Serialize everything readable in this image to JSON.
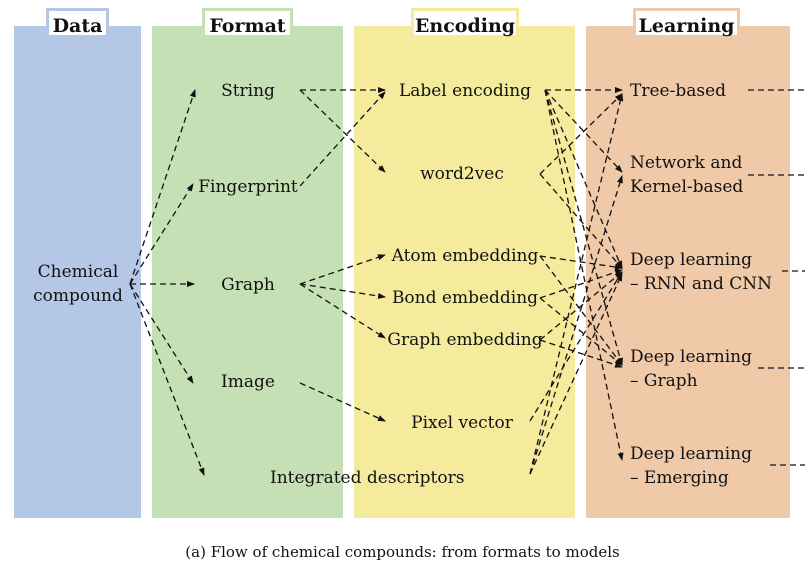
{
  "columns": {
    "data": "Data",
    "format": "Format",
    "encoding": "Encoding",
    "learning": "Learning"
  },
  "data_nodes": {
    "compound_line1": "Chemical",
    "compound_line2": "compound"
  },
  "format_nodes": {
    "string": "String",
    "fingerprint": "Fingerprint",
    "graph": "Graph",
    "image": "Image"
  },
  "encoding_nodes": {
    "label_encoding": "Label encoding",
    "word2vec": "word2vec",
    "atom_embedding": "Atom embedding",
    "bond_embedding": "Bond embedding",
    "graph_embedding": "Graph embedding",
    "pixel_vector": "Pixel vector",
    "integrated_descriptors": "Integrated descriptors"
  },
  "learning_nodes": {
    "tree_based": "Tree-based",
    "network_kernel_line1": "Network and",
    "network_kernel_line2": "Kernel-based",
    "deep_rnn_cnn_line1": "Deep learning",
    "deep_rnn_cnn_line2": "– RNN and CNN",
    "deep_graph_line1": "Deep learning",
    "deep_graph_line2": "– Graph",
    "deep_emerging_line1": "Deep learning",
    "deep_emerging_line2": "– Emerging"
  },
  "caption": "(a) Flow of chemical compounds: from formats to models",
  "colors": {
    "data": "#b4c7e7",
    "format": "#c5e0b4",
    "encoding": "#f4eb9c",
    "learning": "#efc9a8"
  }
}
